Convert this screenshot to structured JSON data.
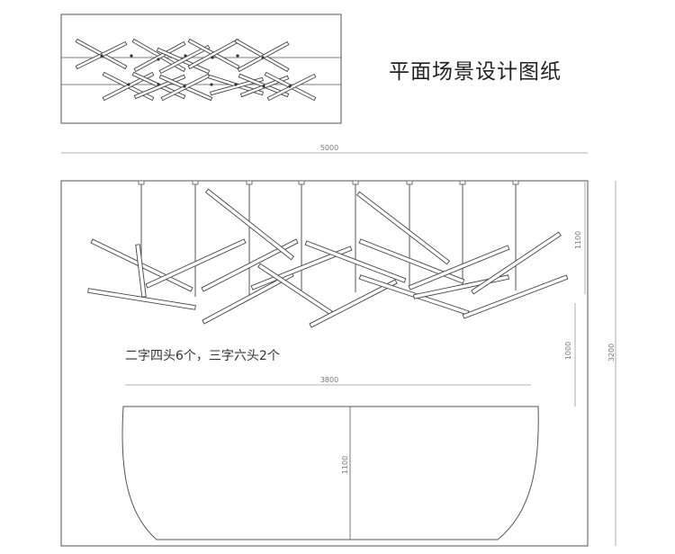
{
  "title": "平面场景设计图纸",
  "note": "二字四头6个，三字六头2个",
  "dimensions": {
    "overall_width": "5000",
    "table_width": "3800",
    "total_height": "3200",
    "drop_height": "1100",
    "lamp_to_table": "1000",
    "table_height": "1100"
  },
  "colors": {
    "line": "#555555",
    "rod_fill": "#ffffff",
    "rod_stroke": "#444444",
    "dim_line": "#999999",
    "dim_text": "#777777"
  }
}
